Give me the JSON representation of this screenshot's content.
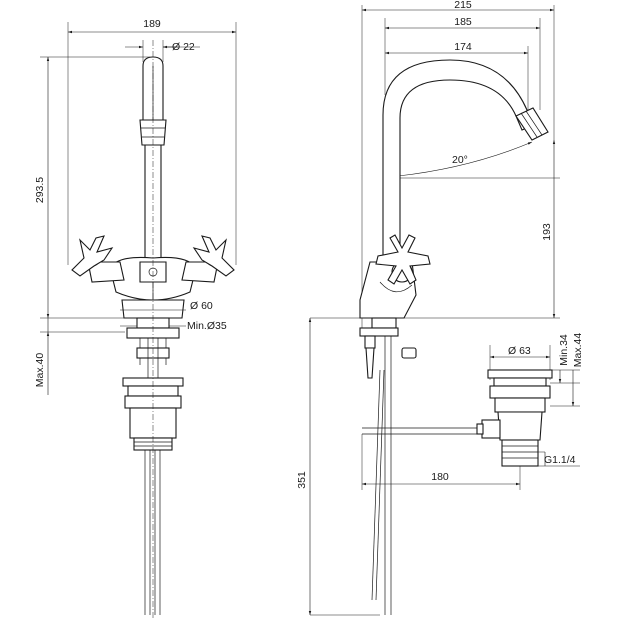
{
  "front_view": {
    "dim_width": "189",
    "dim_spout_diameter": "Ø 22",
    "dim_height": "293.5",
    "dim_base_diameter": "Ø 60",
    "dim_hole_min": "Min.Ø35",
    "dim_deck_max": "Max.40"
  },
  "side_view": {
    "dim_total_reach": "215",
    "dim_reach": "185",
    "dim_outlet_reach": "174",
    "dim_angle": "20°",
    "dim_outlet_height": "193",
    "dim_overall_length": "351",
    "dim_rod_length": "180"
  },
  "waste_view": {
    "dim_waste_diameter": "Ø 63",
    "dim_min": "Min.34",
    "dim_max": "Max.44",
    "dim_thread": "G1.1/4"
  }
}
